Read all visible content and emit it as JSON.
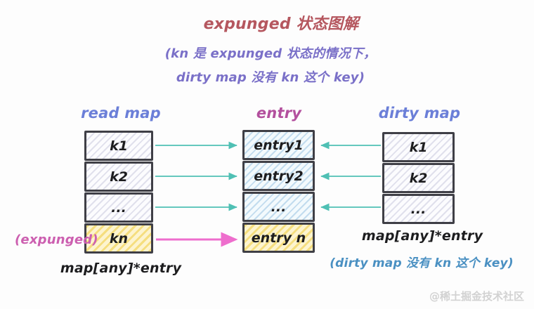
{
  "title": "expunged 状态图解",
  "subtitle": {
    "line1": "(kn 是 expunged 状态的情况下，",
    "line2": "dirty map 没有 kn 这个 key)"
  },
  "read_map": {
    "header": "read map",
    "rows": [
      "k1",
      "k2",
      "...",
      "kn"
    ],
    "expunged_label": "(expunged)",
    "type_label": "map[any]*entry"
  },
  "entry": {
    "header": "entry",
    "rows": [
      "entry1",
      "entry2",
      "...",
      "entry n"
    ]
  },
  "dirty_map": {
    "header": "dirty map",
    "rows": [
      "k1",
      "k2",
      "..."
    ],
    "type_label": "map[any]*entry",
    "note": "(dirty map 没有 kn 这个 key)"
  },
  "watermark": "@稀土掘金技术社区",
  "colors": {
    "title": "#b5575f",
    "subtitle_purple": "#7a70c8",
    "map_header_blue": "#6b7fd8",
    "entry_header_magenta": "#b3509e",
    "teal_arrow": "#4fc0b4",
    "pink_arrow": "#ee6ecd",
    "expunged_pink": "#cc5fb0",
    "note_blue": "#4a90c2",
    "row_border": "#3f3f46",
    "yellow_fill": "#fdf4cf",
    "blue_fill": "#f3fafd",
    "gray_fill": "#fcfcfe"
  }
}
